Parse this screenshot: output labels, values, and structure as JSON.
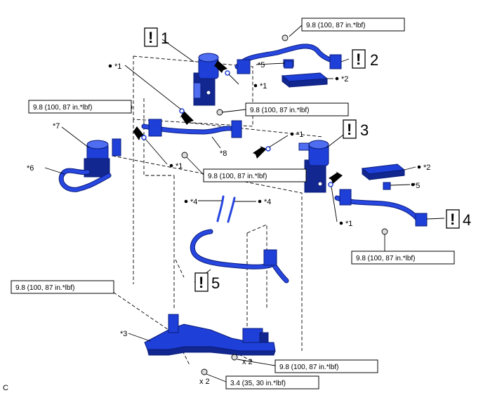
{
  "callouts": {
    "item1": "1",
    "item2": "2",
    "item3": "3",
    "item4": "4",
    "item5": "5",
    "star1": "*1",
    "star2": "*2",
    "star3": "*3",
    "star4": "*4",
    "star5": "*5",
    "star6": "*6",
    "star7": "*7",
    "star8": "*8",
    "x2": "x 2",
    "corner": "C",
    "excl": "!"
  },
  "torque": {
    "std": "9.8 (100, 87 in.*lbf)",
    "small": "3.4 (35, 30 in.*lbf)"
  },
  "colors": {
    "part_blue": "#1e3fd8",
    "part_outline": "#0a1c7a"
  }
}
